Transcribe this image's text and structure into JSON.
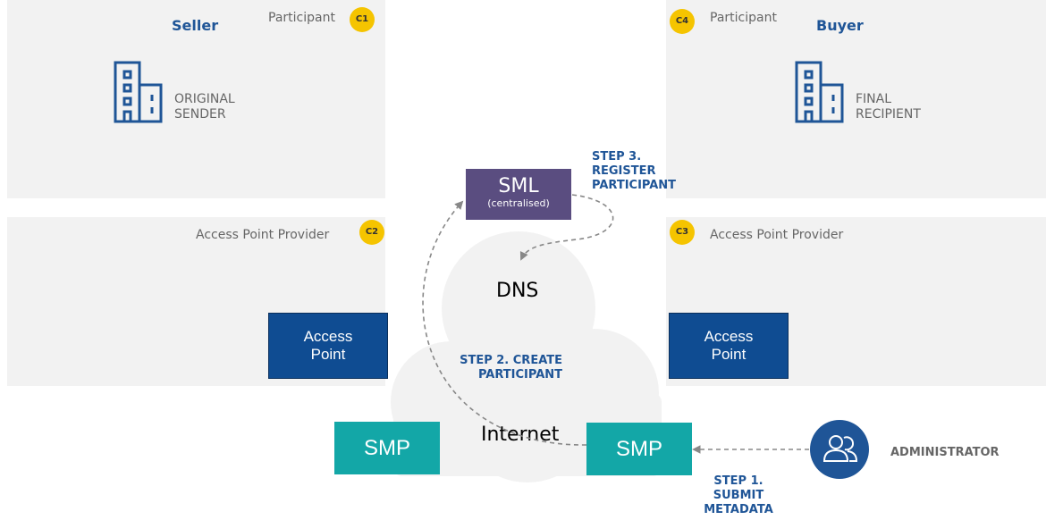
{
  "seller": {
    "role": "Seller",
    "participant_label": "Participant",
    "badge": "C1",
    "entity_lines": [
      "ORIGINAL",
      "SENDER"
    ],
    "icon": "building-icon"
  },
  "buyer": {
    "role": "Buyer",
    "participant_label": "Participant",
    "badge": "C4",
    "entity_lines": [
      "FINAL",
      "RECIPIENT"
    ],
    "icon": "building-icon"
  },
  "provider_left": {
    "label": "Access Point Provider",
    "badge": "C2",
    "box_lines": [
      "Access",
      "Point"
    ]
  },
  "provider_right": {
    "label": "Access Point Provider",
    "badge": "C3",
    "box_lines": [
      "Access",
      "Point"
    ]
  },
  "sml": {
    "title": "SML",
    "subtitle": "(centralised)"
  },
  "cloud": {
    "dns": "DNS",
    "internet": "Internet"
  },
  "smp_left": "SMP",
  "smp_right": "SMP",
  "administrator": {
    "label": "ADMINISTRATOR",
    "icon": "users-icon"
  },
  "steps": {
    "step1": [
      "STEP 1.",
      "SUBMIT",
      "METADATA"
    ],
    "step2": [
      "STEP 2. CREATE",
      "PARTICIPANT"
    ],
    "step3": [
      "STEP 3.",
      "REGISTER",
      "PARTICIPANT"
    ]
  },
  "colors": {
    "panel": "#f2f2f2",
    "badge": "#f5c400",
    "access_point": "#0f4c92",
    "smp": "#13a7a7",
    "sml": "#5a4d80",
    "admin": "#1f5597",
    "step_text": "#1f5597"
  }
}
